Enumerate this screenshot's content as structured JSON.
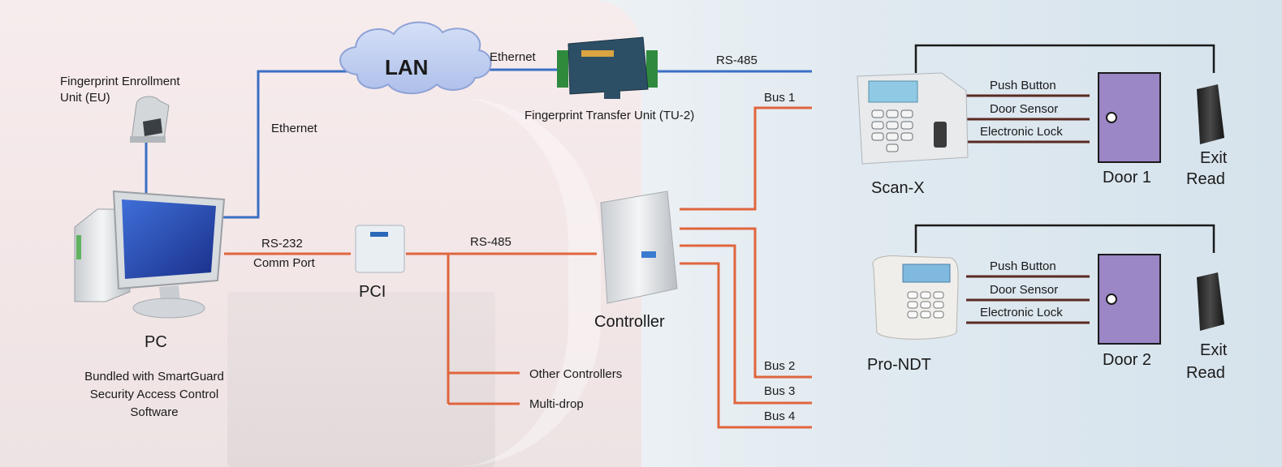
{
  "colors": {
    "ethernet": "#3b6fc4",
    "serial": "#e0653e",
    "door_wire": "#5a2a22",
    "door": "#9b86c6"
  },
  "nodes": {
    "lan": "LAN",
    "pc": "PC",
    "pc_caption": [
      "Bundled with SmartGuard",
      "Security Access Control",
      "Software"
    ],
    "enrollment_unit": [
      "Fingerprint Enrollment",
      "Unit (EU)"
    ],
    "transfer_unit": "Fingerprint Transfer Unit (TU-2)",
    "pci": "PCI",
    "controller": "Controller",
    "scan_x": "Scan-X",
    "pro_ndt": "Pro-NDT",
    "door1": "Door 1",
    "door2": "Door 2",
    "exit_reader_1": [
      "Exit",
      "Read"
    ],
    "exit_reader_2": [
      "Exit",
      "Read"
    ]
  },
  "links": {
    "ethernet_pc": "Ethernet",
    "ethernet_lan": "Ethernet",
    "rs485_tu": "RS-485",
    "rs232": "RS-232",
    "comm_port": "Comm Port",
    "rs485_pci": "RS-485",
    "other_controllers": "Other Controllers",
    "multi_drop": "Multi-drop",
    "bus1": "Bus 1",
    "bus2": "Bus 2",
    "bus3": "Bus 3",
    "bus4": "Bus 4"
  },
  "door_wires_1": [
    "Push Button",
    "Door Sensor",
    "Electronic Lock"
  ],
  "door_wires_2": [
    "Push Button",
    "Door Sensor",
    "Electronic Lock"
  ]
}
